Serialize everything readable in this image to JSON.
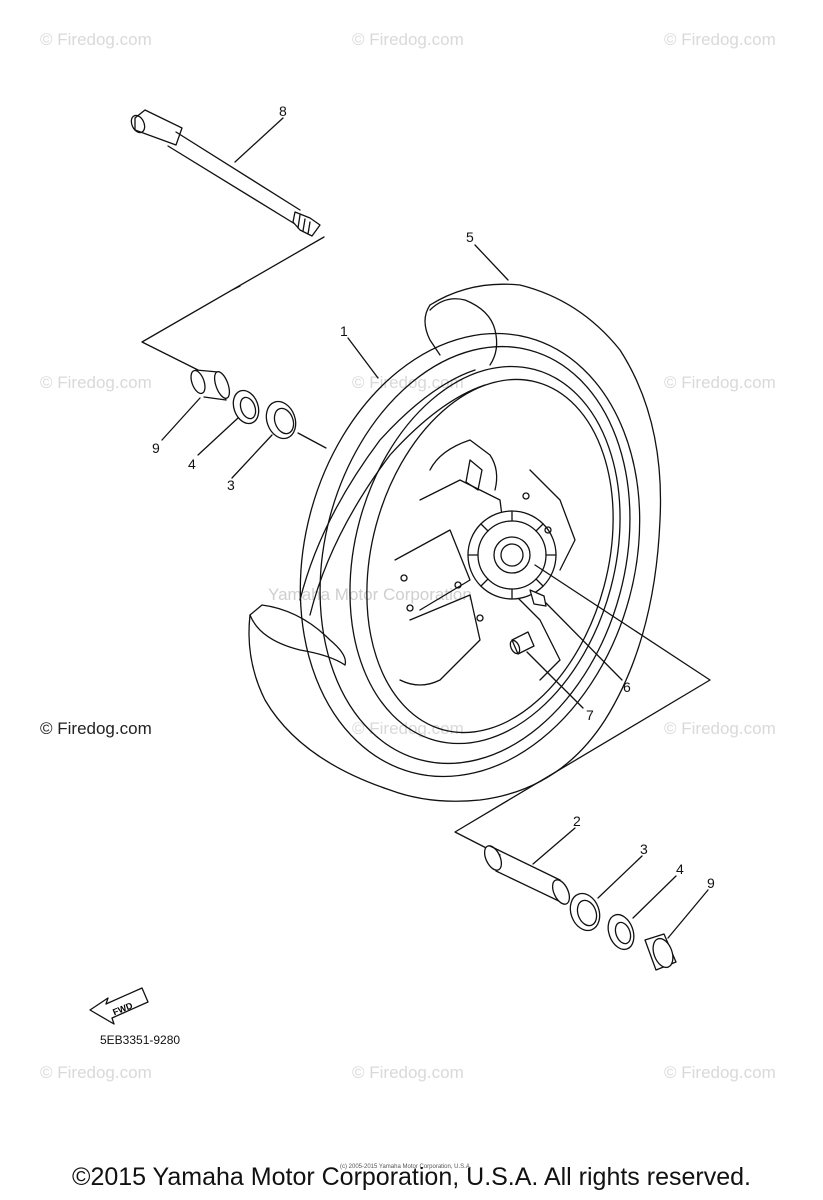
{
  "watermarks": {
    "firedog": "© Firedog.com",
    "faint_overlay": "Yamaha Motor Corporation"
  },
  "callouts": {
    "axle": "8",
    "tire": "5",
    "wheel": "1",
    "collar_left": "9",
    "seal_left": "4",
    "bearing_left": "3",
    "bolt": "6",
    "valve": "7",
    "spacer": "2",
    "bearing_right": "3",
    "seal_right": "4",
    "collar_right": "9"
  },
  "fwd_arrow": "FWD",
  "diagram_code": "5EB3351-9280",
  "tiny_copyright": "(c) 2005-2015 Yamaha Motor Corporation, U.S.A.",
  "footer": "©2015 Yamaha Motor Corporation, U.S.A. All rights reserved."
}
